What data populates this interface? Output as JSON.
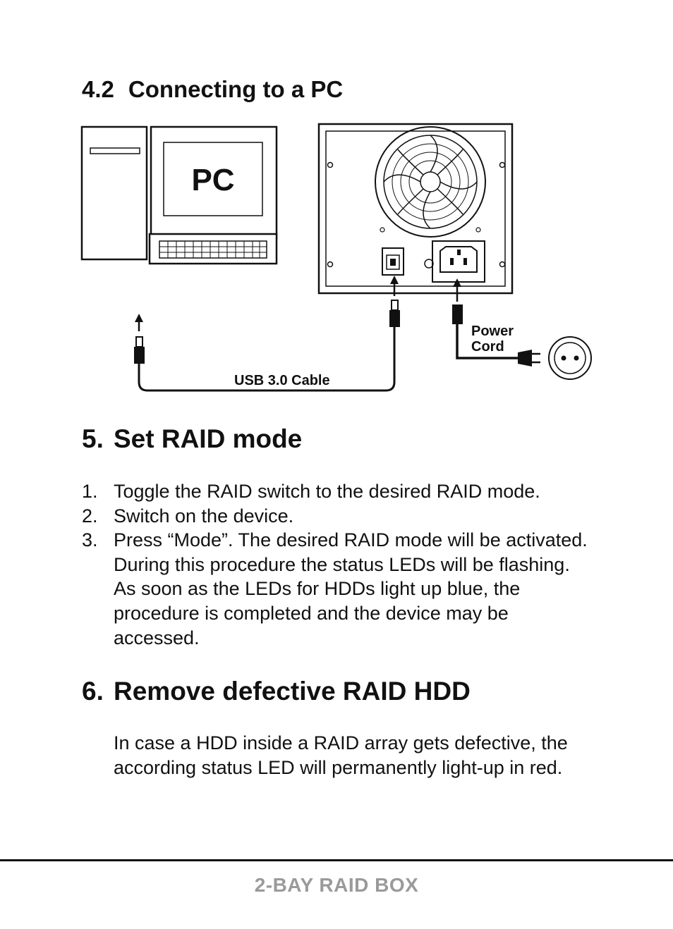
{
  "section_4_2": {
    "number": "4.2",
    "title": "Connecting to a PC"
  },
  "diagram": {
    "pc_label": "PC",
    "usb_cable_label": "USB 3.0 Cable",
    "power_cord_line1": "Power",
    "power_cord_line2": "Cord"
  },
  "section_5": {
    "number": "5.",
    "title": "Set RAID mode",
    "steps": [
      {
        "n": "1.",
        "text": "Toggle the RAID switch to the desired RAID mode."
      },
      {
        "n": "2.",
        "text": "Switch on the device."
      },
      {
        "n": "3.",
        "text": "Press “Mode”. The desired RAID mode will be activated. During this procedure the status LEDs will be flashing. As soon as the LEDs for HDDs light up blue, the procedure is completed and the device may be accessed."
      }
    ]
  },
  "section_6": {
    "number": "6.",
    "title": "Remove defective RAID HDD",
    "paragraph": "In case a HDD inside a RAID array gets defective, the according status LED will permanently light-up in red."
  },
  "footer": {
    "text": "2-BAY RAID BOX"
  }
}
